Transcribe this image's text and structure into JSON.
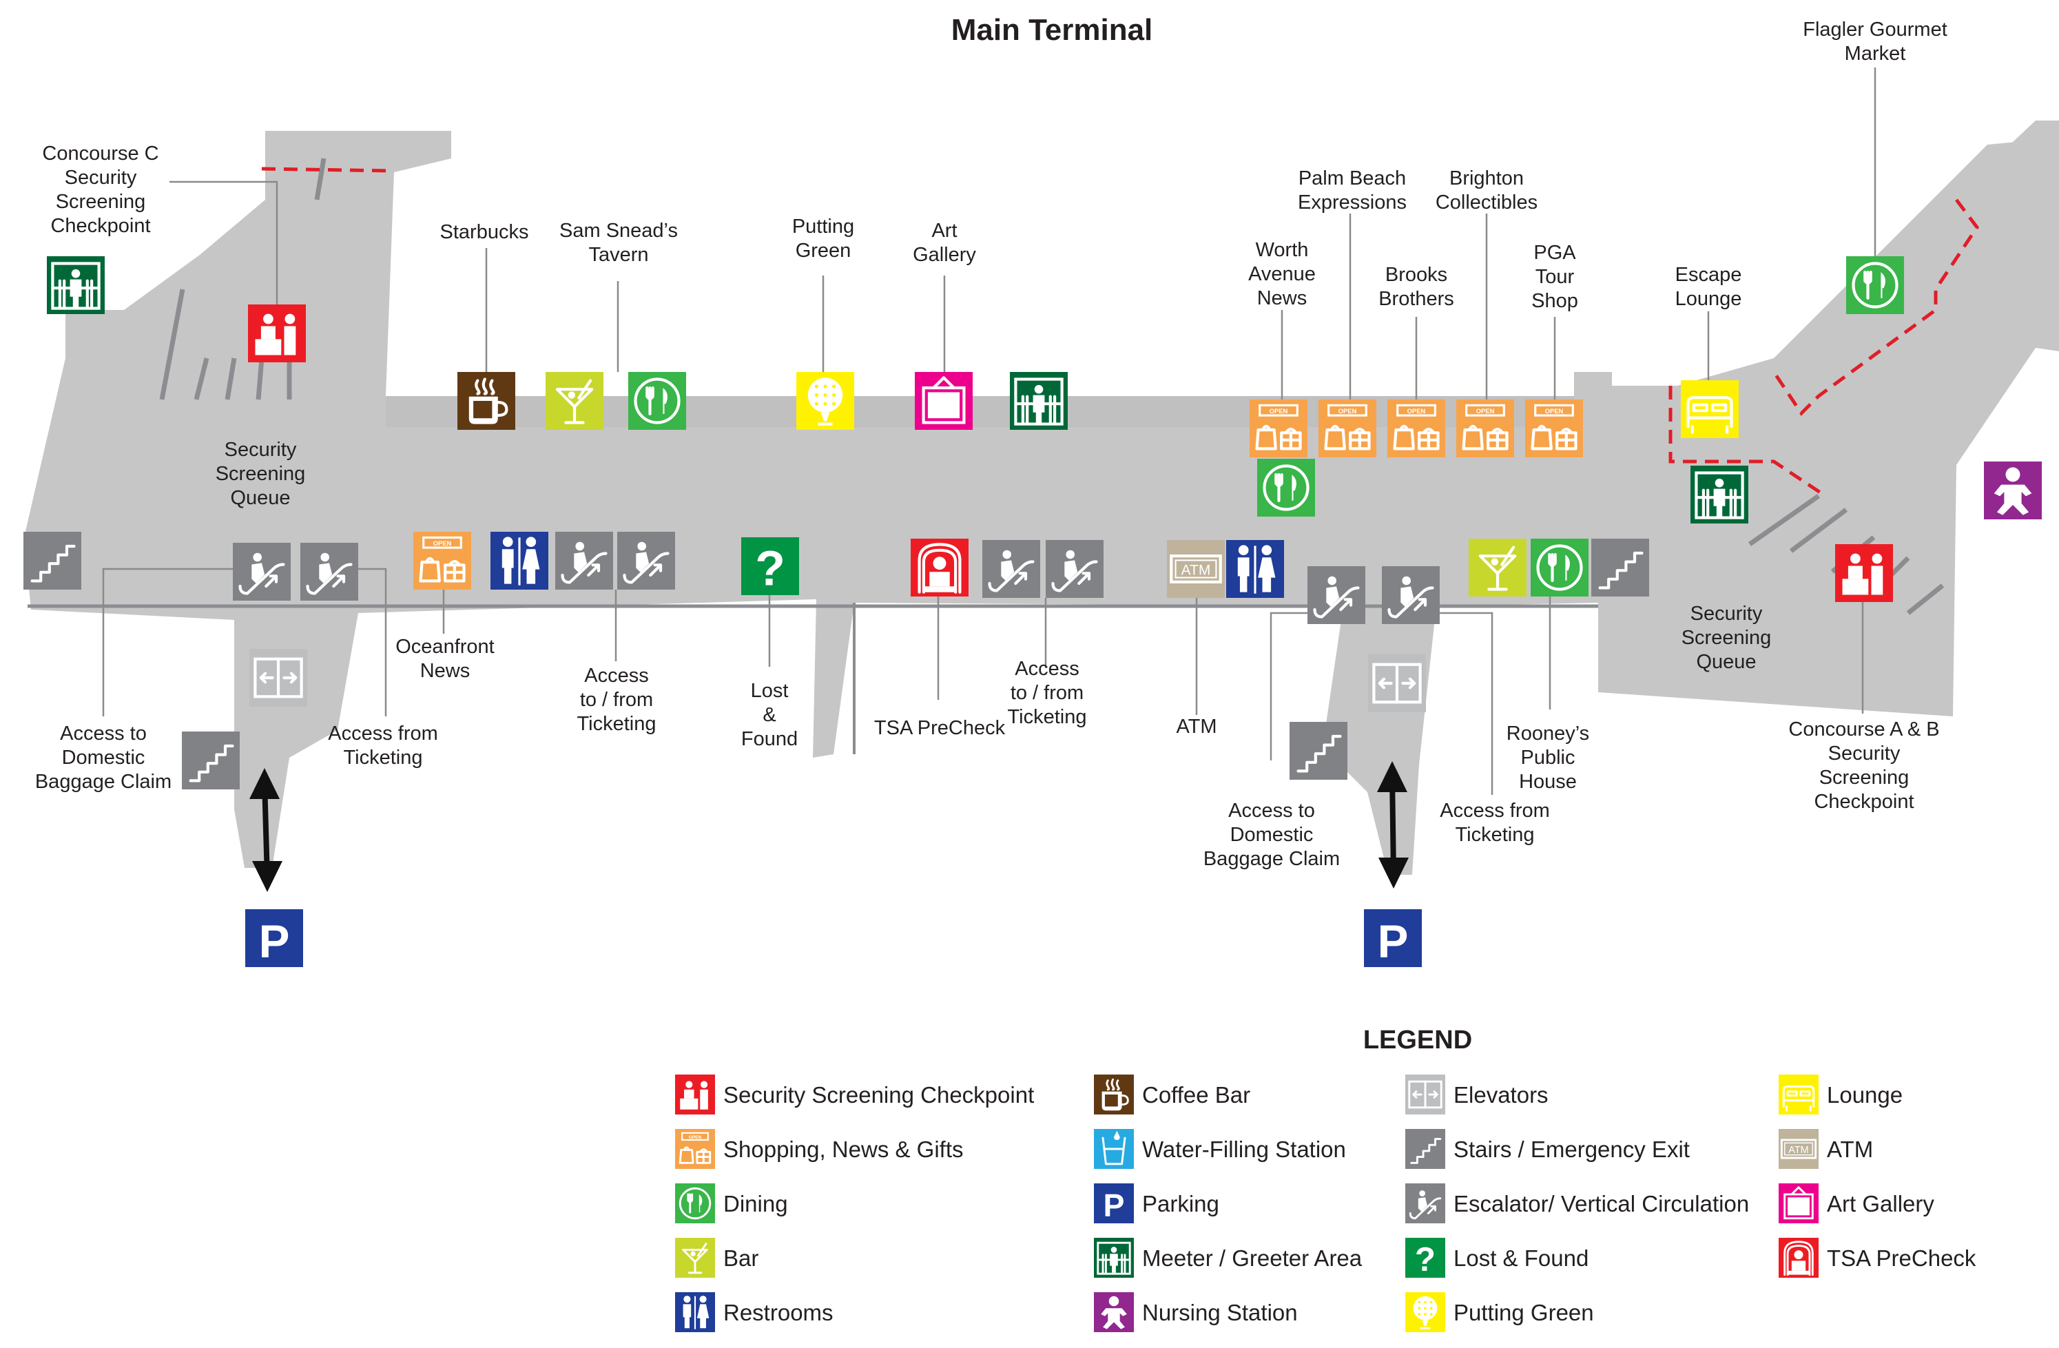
{
  "title": "Main Terminal",
  "colors": {
    "floor": "#c6c6c7",
    "floor_dark": "#a6a7a9",
    "security": "#ed1c24",
    "shopping": "#f7a34a",
    "dining": "#39b54a",
    "bar": "#c8d72b",
    "restrooms": "#1f3d99",
    "coffee": "#603913",
    "water": "#27aae1",
    "parking": "#1f3d99",
    "meeter": "#006838",
    "nursing": "#92278f",
    "elevators": "#bcbec0",
    "stairs": "#808285",
    "escalator": "#808285",
    "lost_found": "#009444",
    "putting_green": "#fff200",
    "lounge": "#fff200",
    "atm": "#bfb39b",
    "art": "#ec008c",
    "tsa": "#ed1c24",
    "dashed_boundary": "#e01e26"
  },
  "labels": {
    "concourse_c": [
      "Concourse C",
      "Security",
      "Screening",
      "Checkpoint"
    ],
    "starbucks": [
      "Starbucks"
    ],
    "sam_sneads": [
      "Sam Snead’s",
      "Tavern"
    ],
    "putting_green": [
      "Putting",
      "Green"
    ],
    "art_gallery": [
      "Art",
      "Gallery"
    ],
    "worth_avenue": [
      "Worth",
      "Avenue",
      "News"
    ],
    "palm_beach": [
      "Palm Beach",
      "Expressions"
    ],
    "brooks": [
      "Brooks",
      "Brothers"
    ],
    "brighton": [
      "Brighton",
      "Collectibles"
    ],
    "pga": [
      "PGA",
      "Tour",
      "Shop"
    ],
    "escape_lounge": [
      "Escape",
      "Lounge"
    ],
    "flagler": [
      "Flagler Gourmet",
      "Market"
    ],
    "security_queue_left": [
      "Security",
      "Screening",
      "Queue"
    ],
    "security_queue_right": [
      "Security",
      "Screening",
      "Queue"
    ],
    "access_baggage_left": [
      "Access to",
      "Domestic",
      "Baggage Claim"
    ],
    "access_from_ticketing_left": [
      "Access from",
      "Ticketing"
    ],
    "oceanfront": [
      "Oceanfront",
      "News"
    ],
    "access_to_from_ticketing_1": [
      "Access",
      "to / from",
      "Ticketing"
    ],
    "lost_found": [
      "Lost",
      "&",
      "Found"
    ],
    "tsa_precheck": [
      "TSA PreCheck"
    ],
    "access_to_from_ticketing_2": [
      "Access",
      "to / from",
      "Ticketing"
    ],
    "atm": [
      "ATM"
    ],
    "access_baggage_right": [
      "Access to",
      "Domestic",
      "Baggage Claim"
    ],
    "access_from_ticketing_right": [
      "Access from",
      "Ticketing"
    ],
    "rooneys": [
      "Rooney’s",
      "Public",
      "House"
    ],
    "concourse_ab": [
      "Concourse A & B",
      "Security",
      "Screening",
      "Checkpoint"
    ]
  },
  "parking_letter": "P",
  "shop_sign_text": "OPEN",
  "atm_sign_text": "ATM",
  "lost_found_glyph": "?",
  "legend": {
    "title": "LEGEND",
    "items": [
      {
        "icon": "security-checkpoint-icon",
        "label": "Security Screening Checkpoint"
      },
      {
        "icon": "shopping-icon",
        "label": "Shopping, News & Gifts"
      },
      {
        "icon": "dining-icon",
        "label": "Dining"
      },
      {
        "icon": "bar-icon",
        "label": "Bar"
      },
      {
        "icon": "restrooms-icon",
        "label": "Restrooms"
      },
      {
        "icon": "coffee-bar-icon",
        "label": "Coffee Bar"
      },
      {
        "icon": "water-filling-icon",
        "label": "Water-Filling Station"
      },
      {
        "icon": "parking-icon",
        "label": "Parking"
      },
      {
        "icon": "meeter-greeter-icon",
        "label": "Meeter / Greeter Area"
      },
      {
        "icon": "nursing-station-icon",
        "label": "Nursing Station"
      },
      {
        "icon": "elevator-icon",
        "label": "Elevators"
      },
      {
        "icon": "stairs-icon",
        "label": "Stairs / Emergency Exit"
      },
      {
        "icon": "escalator-icon",
        "label": "Escalator/ Vertical Circulation"
      },
      {
        "icon": "lost-found-icon",
        "label": "Lost & Found"
      },
      {
        "icon": "putting-green-icon",
        "label": "Putting Green"
      },
      {
        "icon": "lounge-icon",
        "label": "Lounge"
      },
      {
        "icon": "atm-icon",
        "label": "ATM"
      },
      {
        "icon": "art-gallery-icon",
        "label": "Art Gallery"
      },
      {
        "icon": "tsa-precheck-icon",
        "label": "TSA PreCheck"
      }
    ]
  }
}
